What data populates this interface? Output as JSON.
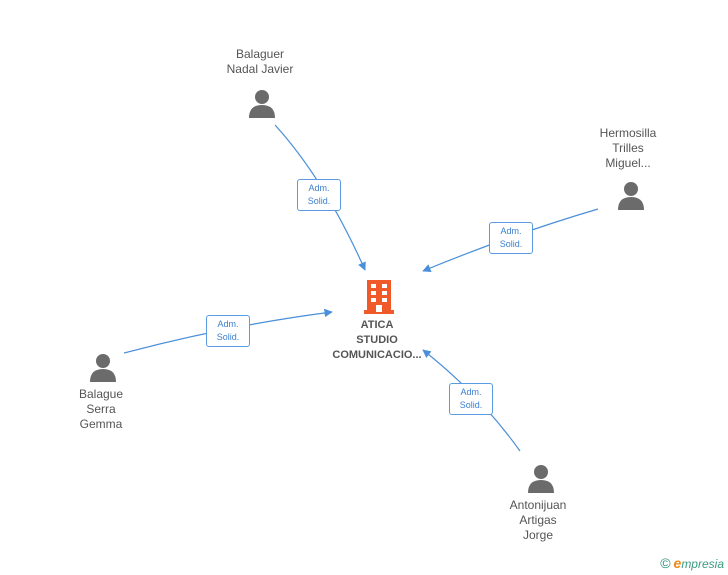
{
  "company": {
    "name_lines": [
      "ATICA",
      "STUDIO",
      "COMUNICACIO..."
    ],
    "icon": "building-icon",
    "color": "#f05a2a"
  },
  "people": [
    {
      "id": "balaguer",
      "lines": [
        "Balaguer",
        "Nadal Javier"
      ],
      "icon": "person-icon"
    },
    {
      "id": "hermosilla",
      "lines": [
        "Hermosilla",
        "Trilles",
        "Miguel..."
      ],
      "icon": "person-icon"
    },
    {
      "id": "balague",
      "lines": [
        "Balague",
        "Serra",
        "Gemma"
      ],
      "icon": "person-icon"
    },
    {
      "id": "antonijuan",
      "lines": [
        "Antonijuan",
        "Artigas",
        "Jorge"
      ],
      "icon": "person-icon"
    }
  ],
  "relations": [
    {
      "from": "balaguer",
      "label": [
        "Adm.",
        "Solid."
      ]
    },
    {
      "from": "hermosilla",
      "label": [
        "Adm.",
        "Solid."
      ]
    },
    {
      "from": "balague",
      "label": [
        "Adm.",
        "Solid."
      ]
    },
    {
      "from": "antonijuan",
      "label": [
        "Adm.",
        "Solid."
      ]
    }
  ],
  "footer": {
    "copyright_symbol": "©",
    "brand_first": "e",
    "brand_rest": "mpresia"
  },
  "colors": {
    "edge": "#4a8fd9",
    "person": "#6b6b6b",
    "text": "#555555"
  }
}
